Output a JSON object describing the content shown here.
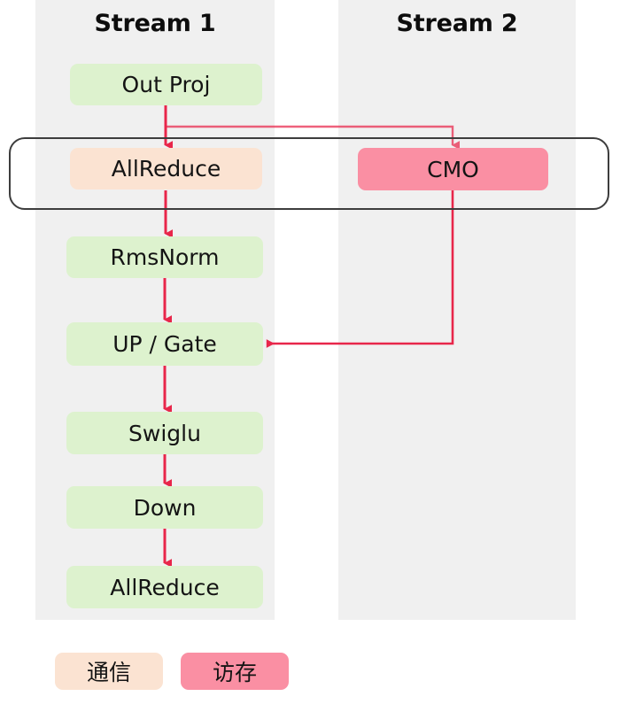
{
  "lanes": [
    {
      "id": "stream-1",
      "title": "Stream 1"
    },
    {
      "id": "stream-2",
      "title": "Stream 2"
    }
  ],
  "nodes": [
    {
      "id": "out-proj",
      "label": "Out Proj",
      "lane": "stream-1",
      "category": "compute"
    },
    {
      "id": "allreduce-comm",
      "label": "AllReduce",
      "lane": "stream-1",
      "category": "communication"
    },
    {
      "id": "cmo",
      "label": "CMO",
      "lane": "stream-2",
      "category": "memory-access"
    },
    {
      "id": "rmsnorm",
      "label": "RmsNorm",
      "lane": "stream-1",
      "category": "compute"
    },
    {
      "id": "up-gate",
      "label": "UP / Gate",
      "lane": "stream-1",
      "category": "compute"
    },
    {
      "id": "swiglu",
      "label": "Swiglu",
      "lane": "stream-1",
      "category": "compute"
    },
    {
      "id": "down",
      "label": "Down",
      "lane": "stream-1",
      "category": "compute"
    },
    {
      "id": "allreduce-out",
      "label": "AllReduce",
      "lane": "stream-1",
      "category": "compute"
    }
  ],
  "edges": [
    {
      "from": "out-proj",
      "to": "allreduce-comm",
      "style": "straight-down"
    },
    {
      "from": "out-proj",
      "to": "cmo",
      "style": "branch-right-down"
    },
    {
      "from": "allreduce-comm",
      "to": "rmsnorm",
      "style": "straight-down"
    },
    {
      "from": "cmo",
      "to": "up-gate",
      "style": "down-then-left"
    },
    {
      "from": "rmsnorm",
      "to": "up-gate",
      "style": "straight-down"
    },
    {
      "from": "up-gate",
      "to": "swiglu",
      "style": "straight-down"
    },
    {
      "from": "swiglu",
      "to": "down",
      "style": "straight-down"
    },
    {
      "from": "down",
      "to": "allreduce-out",
      "style": "straight-down"
    }
  ],
  "group_box": {
    "label": "overlap-group",
    "contains": [
      "allreduce-comm",
      "cmo"
    ]
  },
  "legend": [
    {
      "id": "communication",
      "label": "通信",
      "color": "#fbe3d2"
    },
    {
      "id": "memory-access",
      "label": "访存",
      "color": "#fa8fa3"
    }
  ],
  "colors": {
    "compute": "#ddf2ce",
    "communication": "#fbe3d2",
    "memory_access": "#fa8fa3",
    "lane_background": "#f0f0f0",
    "arrow": "#e8264a",
    "group_border": "#3d3d3d",
    "text": "#141414",
    "canvas": "#ffffff"
  }
}
